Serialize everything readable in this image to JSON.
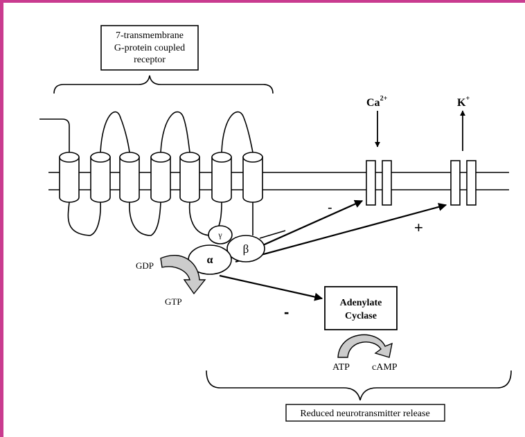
{
  "receptor_label": {
    "line1": "7-transmembrane",
    "line2": "G-protein coupled",
    "line3": "receptor"
  },
  "ions": {
    "calcium": {
      "base": "Ca",
      "charge": "2+"
    },
    "potassium": {
      "base": "K",
      "charge": "+"
    }
  },
  "g_protein": {
    "alpha": "α",
    "beta": "β",
    "gamma": "γ"
  },
  "nucleotides": {
    "gdp": "GDP",
    "gtp": "GTP"
  },
  "effects": {
    "calcium_sign": "-",
    "potassium_sign": "+",
    "cyclase_sign": "-"
  },
  "adenylate_cyclase": {
    "line1": "Adenylate",
    "line2": "Cyclase"
  },
  "camp_reaction": {
    "substrate": "ATP",
    "product": "cAMP"
  },
  "outcome_label": "Reduced neurotransmitter release",
  "colors": {
    "frame": "#c93b8f",
    "line": "#000000",
    "curved_arrow_fill": "#cccccc"
  }
}
